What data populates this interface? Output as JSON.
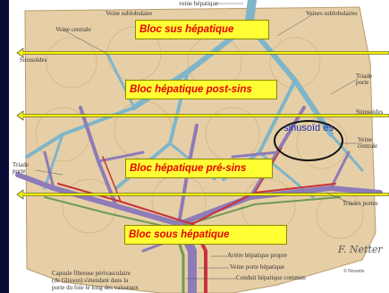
{
  "blocs": {
    "sus": "Bloc sus hépatique",
    "post": "Bloc hépatique post-sins",
    "pre": "Bloc hépatique pré-sins",
    "sous": "Bloc sous hépatique"
  },
  "sinusoid_label": "sinusoïd es",
  "labels": {
    "veine_hepatique": "veine hépatique",
    "veine_sublobulaire_top": "Veine sublobulaire",
    "veines_sublobulaires": "Veines sublobulaires",
    "veine_centrale_top": "Veine centrale",
    "sinusoides_left": "Sinusoïdes",
    "triade_porte_right": "Triade porte",
    "sinusoides_right": "Sinusoïdes",
    "veine_centrale_right": "Veine centrale",
    "triade_porte_left": "Triade porte",
    "triades_portes": "Triades portes",
    "artere": "Artère hépatique propre",
    "veine_porte": "Veine porte hépatique",
    "conduit": "Conduit hépatique commun",
    "capsule_1": "Capsule fibreuse périvasculaire",
    "capsule_2": "(de Glisson) s'étendant dans la",
    "capsule_3": "porte du foie le long des vaisseaux"
  },
  "signature": "F. Netter",
  "copyright": "© Novartis",
  "colors": {
    "bloc_bg": "#ffff33",
    "bloc_text": "#e60000",
    "arrow": "#f2f200",
    "sinus_text": "#1a2fb0",
    "liver_tissue": "#e6cfa6",
    "portal_vein": "#8e7bb8",
    "hepatic_vein": "#7fb5c9",
    "artery": "#c8323a"
  }
}
